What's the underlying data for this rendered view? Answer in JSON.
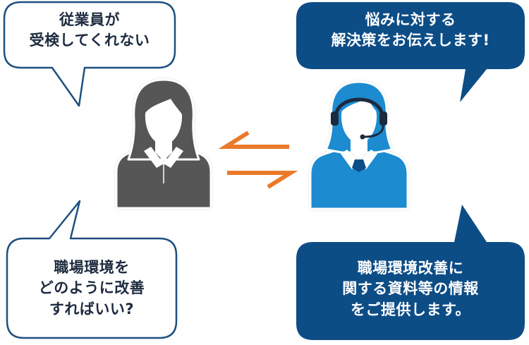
{
  "bubbles": {
    "top_left": {
      "lines": [
        "従業員が",
        "受検してくれない"
      ]
    },
    "top_right": {
      "lines": [
        "悩みに対する",
        "解決策をお伝えします!"
      ]
    },
    "bottom_left": {
      "lines": [
        "職場環境を",
        "どのように改善",
        "すればいい?"
      ]
    },
    "bottom_right": {
      "lines": [
        "職場環境改善に",
        "関する資料等の情報",
        "をご提供します。"
      ]
    }
  },
  "colors": {
    "client": "#575757",
    "operator": "#1e8bd0",
    "bubble_dark": "#0d4d86",
    "bubble_outline": "#1d4f80",
    "arrow": "#ea7a2a"
  }
}
